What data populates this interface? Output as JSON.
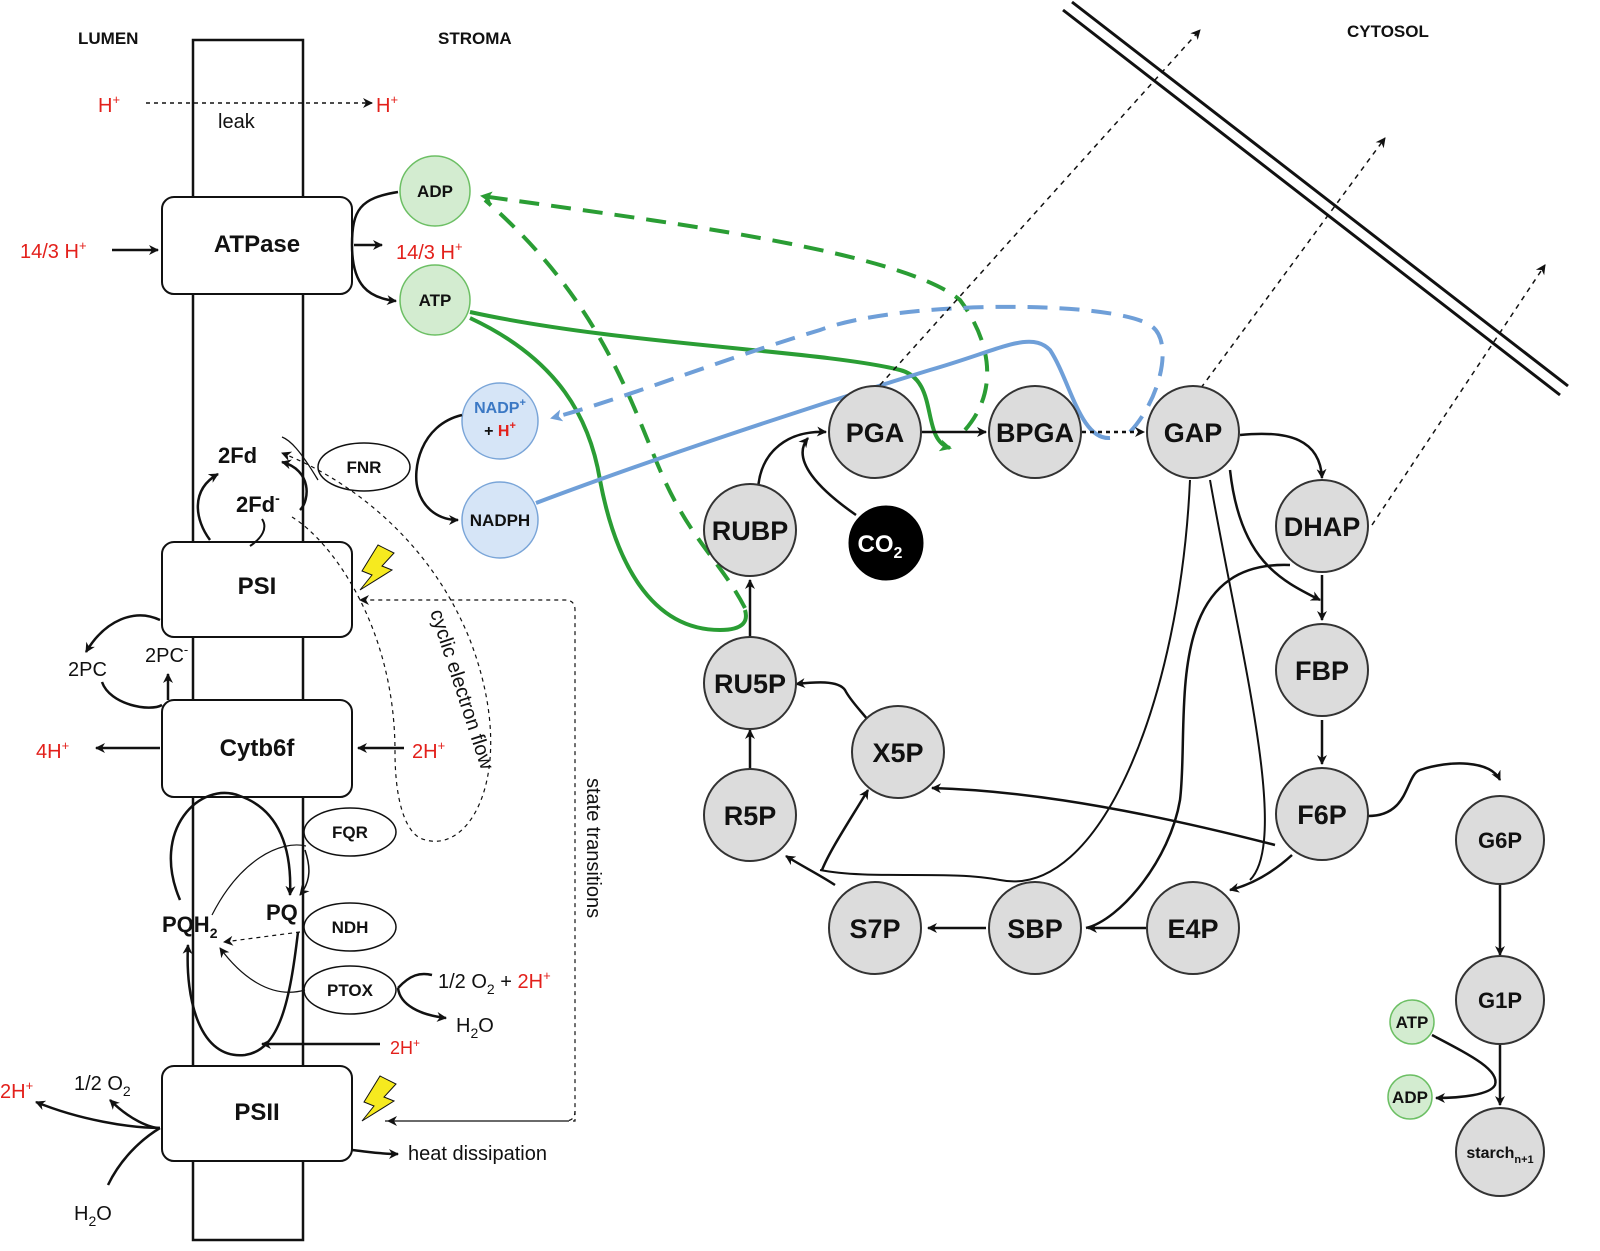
{
  "headers": {
    "lumen": "LUMEN",
    "stroma": "STROMA",
    "cytosol": "CYTOSOL"
  },
  "complexes": {
    "atpase": "ATPase",
    "psi": "PSI",
    "cytb6f": "Cytb6f",
    "psii": "PSII"
  },
  "carriers": {
    "fd": "2Fd",
    "fd_reduced": "2Fd",
    "fd_reduced_sup": "-",
    "pc": "2PC",
    "pc_reduced": "2PC",
    "pc_reduced_sup": "-",
    "pqh2": "PQH",
    "pqh2_sub": "2",
    "pq": "PQ"
  },
  "enzymes": {
    "fnr": "FNR",
    "fqr": "FQR",
    "ndh": "NDH",
    "ptox": "PTOX"
  },
  "cofactors": {
    "adp": "ADP",
    "atp": "ATP",
    "nadp": "NADP",
    "nadp_sup": "+",
    "plus_h": "+ ",
    "h_plus": "H",
    "h_plus_sup": "+",
    "nadph": "NADPH",
    "co2": "CO",
    "co2_sub": "2",
    "atp2": "ATP",
    "adp2": "ADP"
  },
  "protons": {
    "h_left": "H",
    "h_right": "H",
    "leak": "leak",
    "atpase_in": "14/3 H",
    "atpase_out": "14/3 H",
    "cyt_in": "2H",
    "cyt_out": "4H",
    "pq_in": "2H",
    "psii_out": "2H",
    "sup": "+"
  },
  "reactions": {
    "half_o2": "1/2 O",
    "o2_sub": "2",
    "plus": " + ",
    "h2o_ptox": "H",
    "h2o_ptox_sub": "2",
    "h2o_ptox_o": "O",
    "half_o2_psii": "1/2 O",
    "h2o_psii": "H",
    "h2o_psii_sub": "2",
    "h2o_psii_o": "O",
    "heat": "heat dissipation",
    "cyclic": "cyclic electron flow",
    "state": "state transitions"
  },
  "metabolites": {
    "pga": "PGA",
    "bpga": "BPGA",
    "gap": "GAP",
    "dhap": "DHAP",
    "fbp": "FBP",
    "f6p": "F6P",
    "rubp": "RUBP",
    "ru5p": "RU5P",
    "x5p": "X5P",
    "r5p": "R5P",
    "s7p": "S7P",
    "sbp": "SBP",
    "e4p": "E4P",
    "g6p": "G6P",
    "g1p": "G1P",
    "starch": "starch",
    "starch_sub": "n+1"
  },
  "colors": {
    "proton_red": "#e3201b",
    "atp_green": "#2a9d34",
    "nadph_blue": "#3b78c4",
    "metabolite_fill": "#dcdcdc",
    "cofactor_green_fill": "#d3ecd0",
    "cofactor_blue_fill": "#d6e5f7",
    "lightning": "#f6ea1f"
  }
}
